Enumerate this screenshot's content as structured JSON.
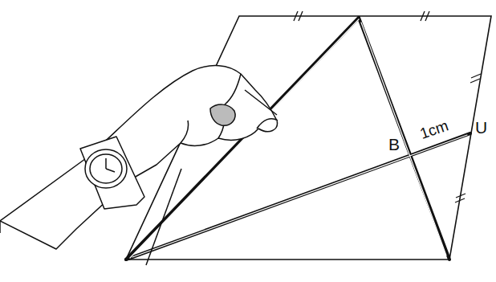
{
  "diagram": {
    "labels": [
      "B",
      "1cm",
      "U"
    ]
  }
}
